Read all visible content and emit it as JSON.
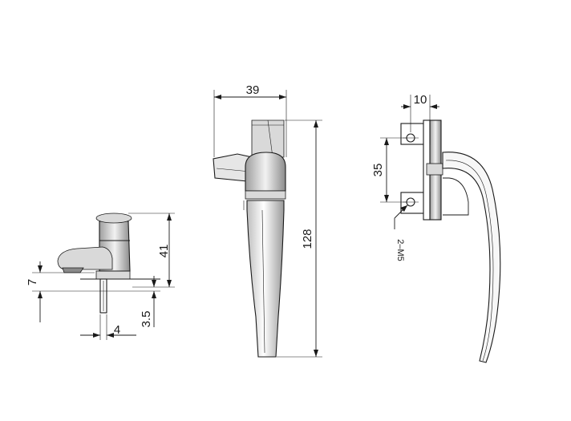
{
  "dimensions": {
    "side_total_height": "41",
    "side_base_height": "7",
    "side_spindle_height": "3.5",
    "side_spindle_width": "4",
    "front_width": "39",
    "front_length": "128",
    "rear_hole_spacing": "35",
    "rear_base_width": "10",
    "rear_screw_spec": "2–M5"
  }
}
